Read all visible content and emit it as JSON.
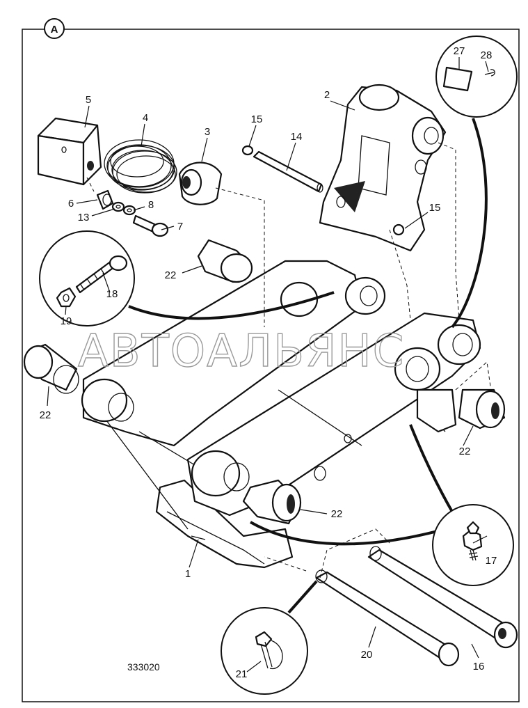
{
  "view_label": "A",
  "drawing_number": "333020",
  "watermark": "АВТОАЛЬЯНС",
  "callouts": {
    "c1": "1",
    "c2": "2",
    "c3": "3",
    "c4": "4",
    "c5": "5",
    "c6": "6",
    "c7": "7",
    "c8": "8",
    "c13": "13",
    "c14": "14",
    "c15a": "15",
    "c15b": "15",
    "c16": "16",
    "c17": "17",
    "c18": "18",
    "c19": "19",
    "c20": "20",
    "c21": "21",
    "c22a": "22",
    "c22b": "22",
    "c22c": "22",
    "c22d": "22",
    "c27": "27",
    "c28": "28"
  }
}
